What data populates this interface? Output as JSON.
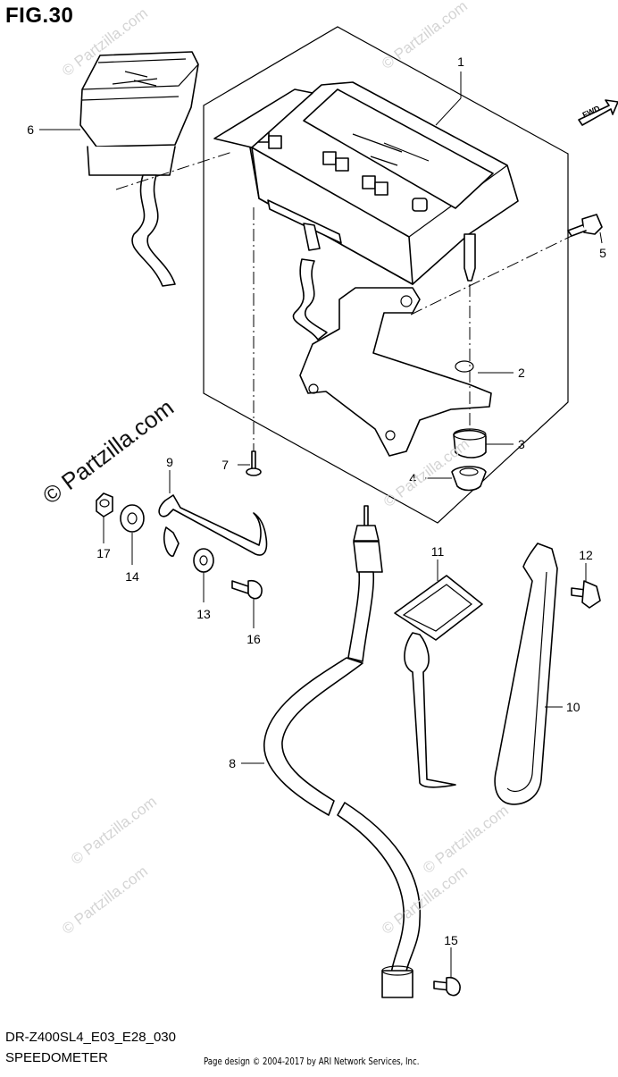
{
  "figure": {
    "title": "FIG.30",
    "model_code": "DR-Z400SL4_E03_E28_030",
    "section_name": "SPEEDOMETER",
    "copyright": "Page design © 2004-2017 by ARI Network Services, Inc.",
    "watermark": "© Partzilla.com",
    "direction_label": "FWD"
  },
  "callouts": [
    {
      "number": "1",
      "part": "speedometer-assembly"
    },
    {
      "number": "2",
      "part": "bracket"
    },
    {
      "number": "3",
      "part": "cushion"
    },
    {
      "number": "4",
      "part": "collar"
    },
    {
      "number": "5",
      "part": "bolt"
    },
    {
      "number": "6",
      "part": "socket"
    },
    {
      "number": "7",
      "part": "screw"
    },
    {
      "number": "8",
      "part": "speedometer-cable"
    },
    {
      "number": "9",
      "part": "clamp"
    },
    {
      "number": "10",
      "part": "guide"
    },
    {
      "number": "11",
      "part": "clamp"
    },
    {
      "number": "12",
      "part": "bolt"
    },
    {
      "number": "13",
      "part": "washer"
    },
    {
      "number": "14",
      "part": "washer"
    },
    {
      "number": "15",
      "part": "screw"
    },
    {
      "number": "16",
      "part": "screw"
    },
    {
      "number": "17",
      "part": "nut"
    }
  ],
  "colors": {
    "line": "#000000",
    "watermark": "#d4d4d4",
    "background": "#ffffff"
  }
}
